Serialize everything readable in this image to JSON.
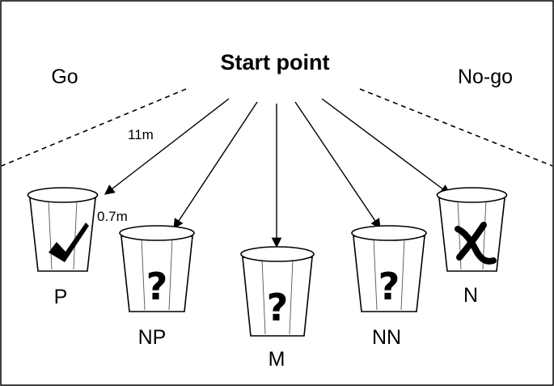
{
  "start": {
    "label": "Start point"
  },
  "regions": {
    "go": "Go",
    "nogo": "No-go"
  },
  "distances": {
    "run": "11m",
    "spacing": "0.7m"
  },
  "cups": [
    {
      "id": "P",
      "label": "P",
      "mark": "check"
    },
    {
      "id": "NP",
      "label": "NP",
      "mark": "question"
    },
    {
      "id": "M",
      "label": "M",
      "mark": "question"
    },
    {
      "id": "NN",
      "label": "NN",
      "mark": "question"
    },
    {
      "id": "N",
      "label": "N",
      "mark": "cross"
    }
  ],
  "question_glyph": "?"
}
